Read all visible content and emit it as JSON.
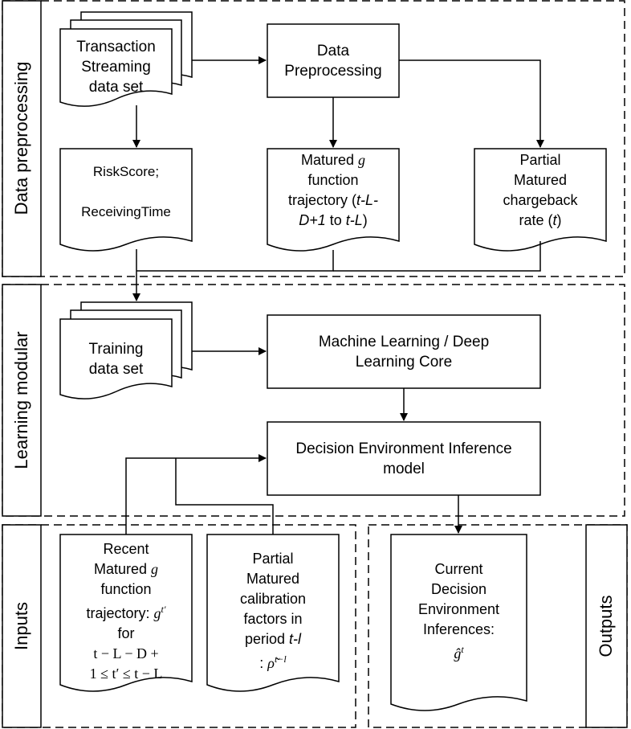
{
  "sections": {
    "data_preprocessing": "Data preprocessing",
    "learning_modular": "Learning modular",
    "inputs": "Inputs",
    "outputs": "Outputs"
  },
  "nodes": {
    "transaction": [
      "Transaction",
      "Streaming",
      "data set"
    ],
    "data_preprocessing_box": [
      "Data",
      "Preprocessing"
    ],
    "riskscore": [
      "RiskScore;",
      "",
      "ReceivingTime"
    ],
    "matured_g": {
      "l1a": "Matured ",
      "l1b": "g",
      "l2": "function",
      "l3a": "trajectory (",
      "l3b": "t-L-",
      "l4a": "D+1",
      "l4b": " to ",
      "l4c": "t-L",
      "l4d": ")"
    },
    "partial_chargeback": {
      "l1": "Partial",
      "l2": "Matured",
      "l3": "chargeback",
      "l4a": "rate (",
      "l4b": "t",
      "l4c": ")"
    },
    "training": [
      "Training",
      "data set"
    ],
    "ml_core": [
      "Machine Learning / Deep",
      "Learning Core"
    ],
    "inference_model": [
      "Decision Environment Inference",
      "model"
    ],
    "recent_g": {
      "l1": "Recent",
      "l2a": "Matured ",
      "l2b": "g",
      "l3": "function",
      "l4a": "trajectory: ",
      "l4b": "g",
      "l4c": "t′",
      "l5": "for",
      "l6": "t − L − D +",
      "l7": "1 ≤ t′ ≤ t − L"
    },
    "partial_calibration": {
      "l1": "Partial",
      "l2": "Matured",
      "l3": "calibration",
      "l4": "factors in",
      "l5a": "period ",
      "l5b": "t-l",
      "l6a": ": ",
      "l6b": "ρ̃",
      "l6c": "t−l"
    },
    "current_inferences": {
      "l1": "Current",
      "l2": "Decision",
      "l3": "Environment",
      "l4": "Inferences:",
      "l5a": "ĝ",
      "l5b": "t"
    }
  }
}
